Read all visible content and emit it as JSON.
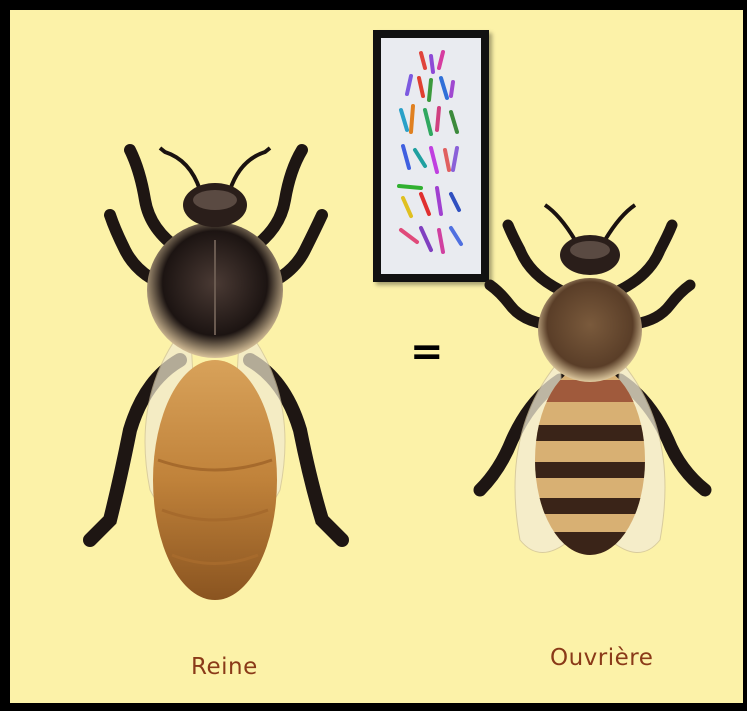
{
  "labels": {
    "queen": "Reine",
    "worker": "Ouvrière",
    "relation": "="
  },
  "icons": {
    "queen": "queen-bee-illustration",
    "worker": "worker-bee-illustration",
    "karyotype": "karyotype-chromosomes-image"
  },
  "colors": {
    "background": "#fcf2a8",
    "frame": "#000000",
    "label_text": "#8a3a18",
    "queen_abdomen": "#c88a3c",
    "worker_band_dark": "#3a2418",
    "worker_band_light": "#d8b073"
  }
}
